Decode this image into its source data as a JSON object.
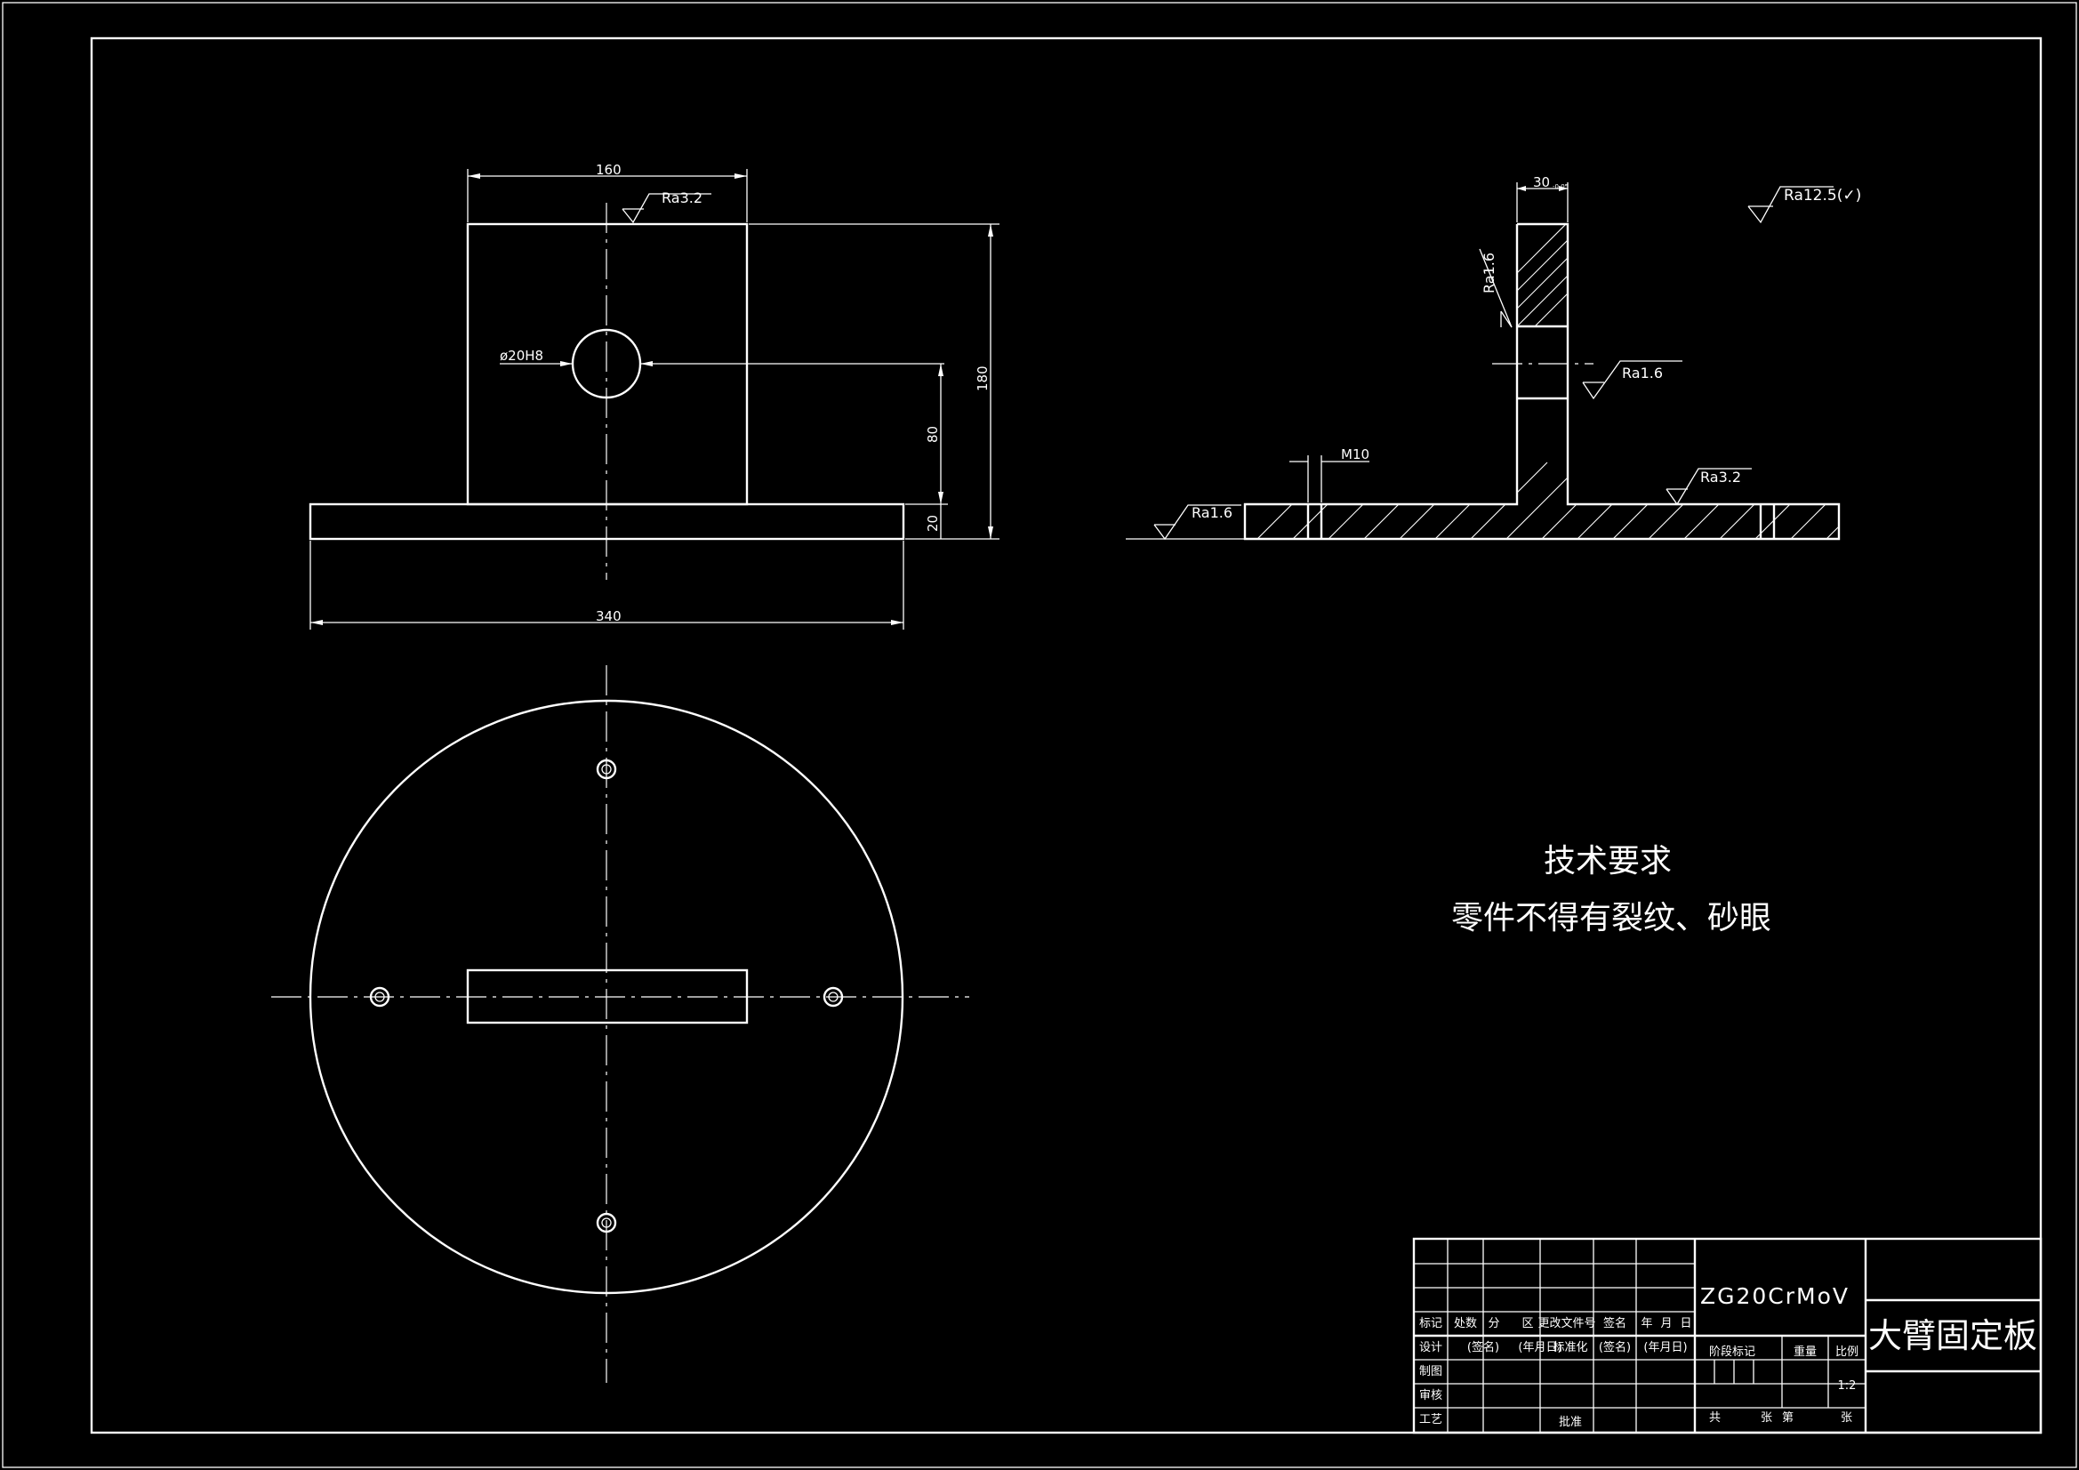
{
  "front_view": {
    "dim_width_top": "160",
    "dim_width_base": "340",
    "dim_height_total": "180",
    "dim_hole_height": "80",
    "dim_base_thickness": "20",
    "hole_label": "ø20H8",
    "roughness_top": "Ra3.2"
  },
  "section_view": {
    "dim_thickness": "30",
    "dim_tolerance": "-0.05",
    "thread_label": "M10",
    "roughness_rib_left": "Ra1.6",
    "roughness_rib_right": "Ra1.6",
    "roughness_base_left": "Ra1.6",
    "roughness_base_right": "Ra3.2",
    "roughness_general": "Ra12.5(✓)"
  },
  "tech_requirements": {
    "heading": "技术要求",
    "line1": "零件不得有裂纹、砂眼"
  },
  "title_block": {
    "material": "ZG20CrMoV",
    "part_name": "大臂固定板",
    "headers": [
      "标记",
      "处数",
      "分",
      "区",
      "更改文件号",
      "签名",
      "年",
      "月",
      "日"
    ],
    "row_design": [
      "设计",
      "(签名)",
      "(年月日)",
      "标准化",
      "(签名)",
      "(年月日)"
    ],
    "row_labels": [
      "制图",
      "审核",
      "工艺"
    ],
    "approve": "批准",
    "stage_mark": "阶段标记",
    "weight": "重量",
    "scale_label": "比例",
    "scale_value": "1:2",
    "sheet_total": "共",
    "sheet_unit": "张",
    "sheet_no": "第",
    "sheet_unit2": "张"
  },
  "colors": {
    "background": "#000000",
    "line": "#ffffff"
  }
}
